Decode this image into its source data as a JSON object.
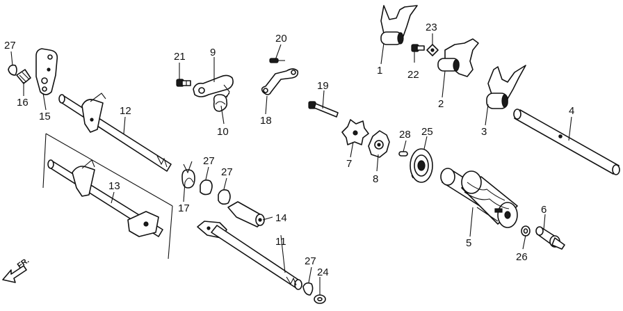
{
  "labels": {
    "p1": "1",
    "p2": "2",
    "p3": "3",
    "p4": "4",
    "p5": "5",
    "p6": "6",
    "p7": "7",
    "p8": "8",
    "p9": "9",
    "p10": "10",
    "p11": "11",
    "p12": "12",
    "p13": "13",
    "p14": "14",
    "p15": "15",
    "p16": "16",
    "p17": "17",
    "p18": "18",
    "p19": "19",
    "p20": "20",
    "p21": "21",
    "p22": "22",
    "p23": "23",
    "p24": "24",
    "p25": "25",
    "p26": "26",
    "p27a": "27",
    "p27b": "27",
    "p27c": "27",
    "p27d": "27",
    "p28": "28"
  },
  "direction": {
    "text": "FR."
  }
}
